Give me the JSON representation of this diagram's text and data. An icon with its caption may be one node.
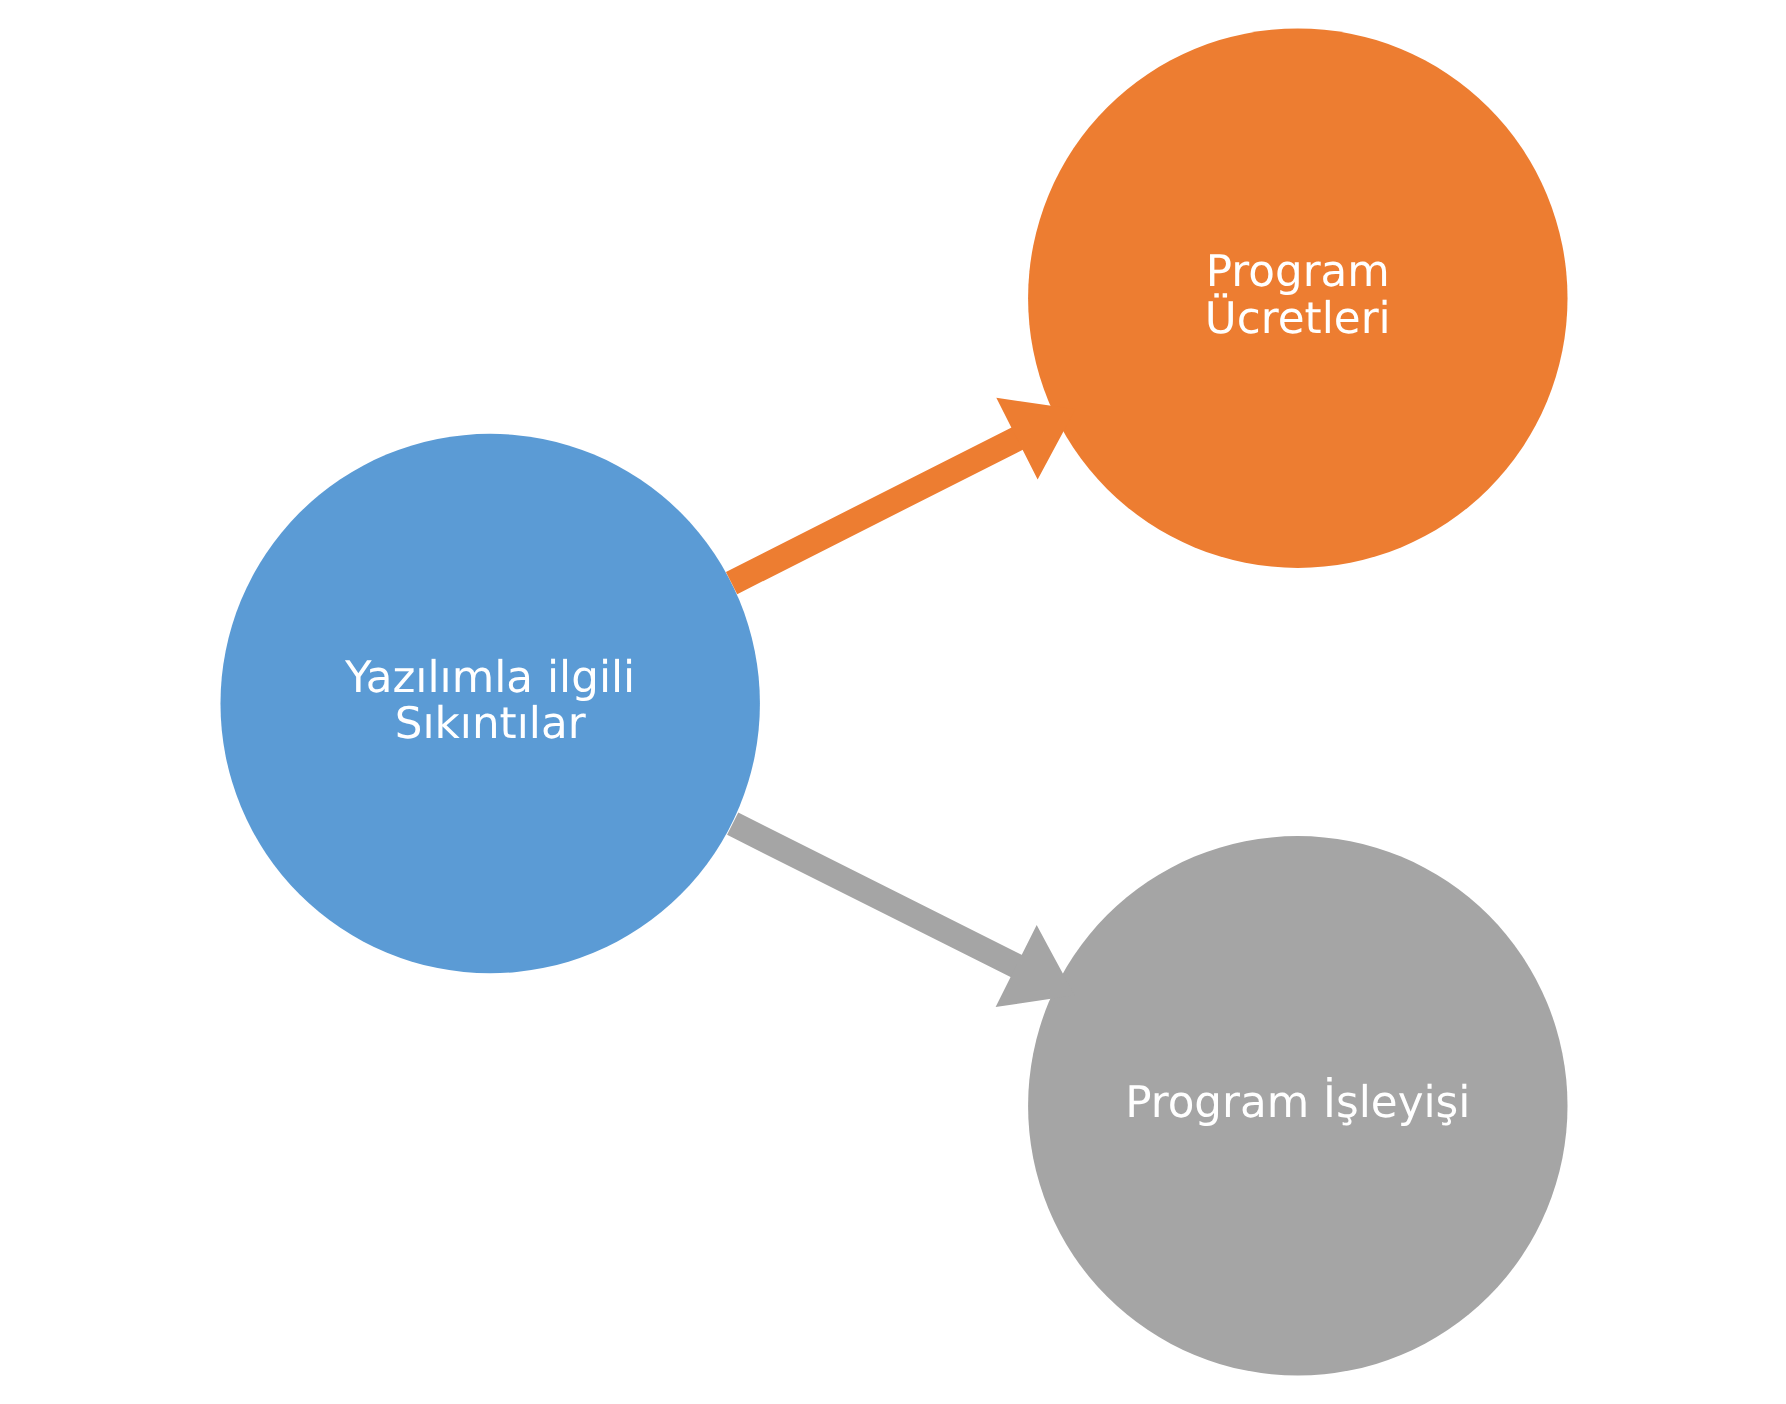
{
  "diagram": {
    "nodes": [
      {
        "text": [
          "Yazılımla ilgili Sıkıntılar"
        ]
      },
      {
        "text": [
          "Program Ücretleri"
        ]
      },
      {
        "text": [
          "Program İşleyişi"
        ]
      }
    ],
    "edges": [
      {
        "from": 0,
        "to": 1,
        "arrow": "to",
        "color": "#ed7d31"
      },
      {
        "from": 0,
        "to": 2,
        "arrow": "to",
        "color": "#a5a5a5"
      }
    ]
  }
}
